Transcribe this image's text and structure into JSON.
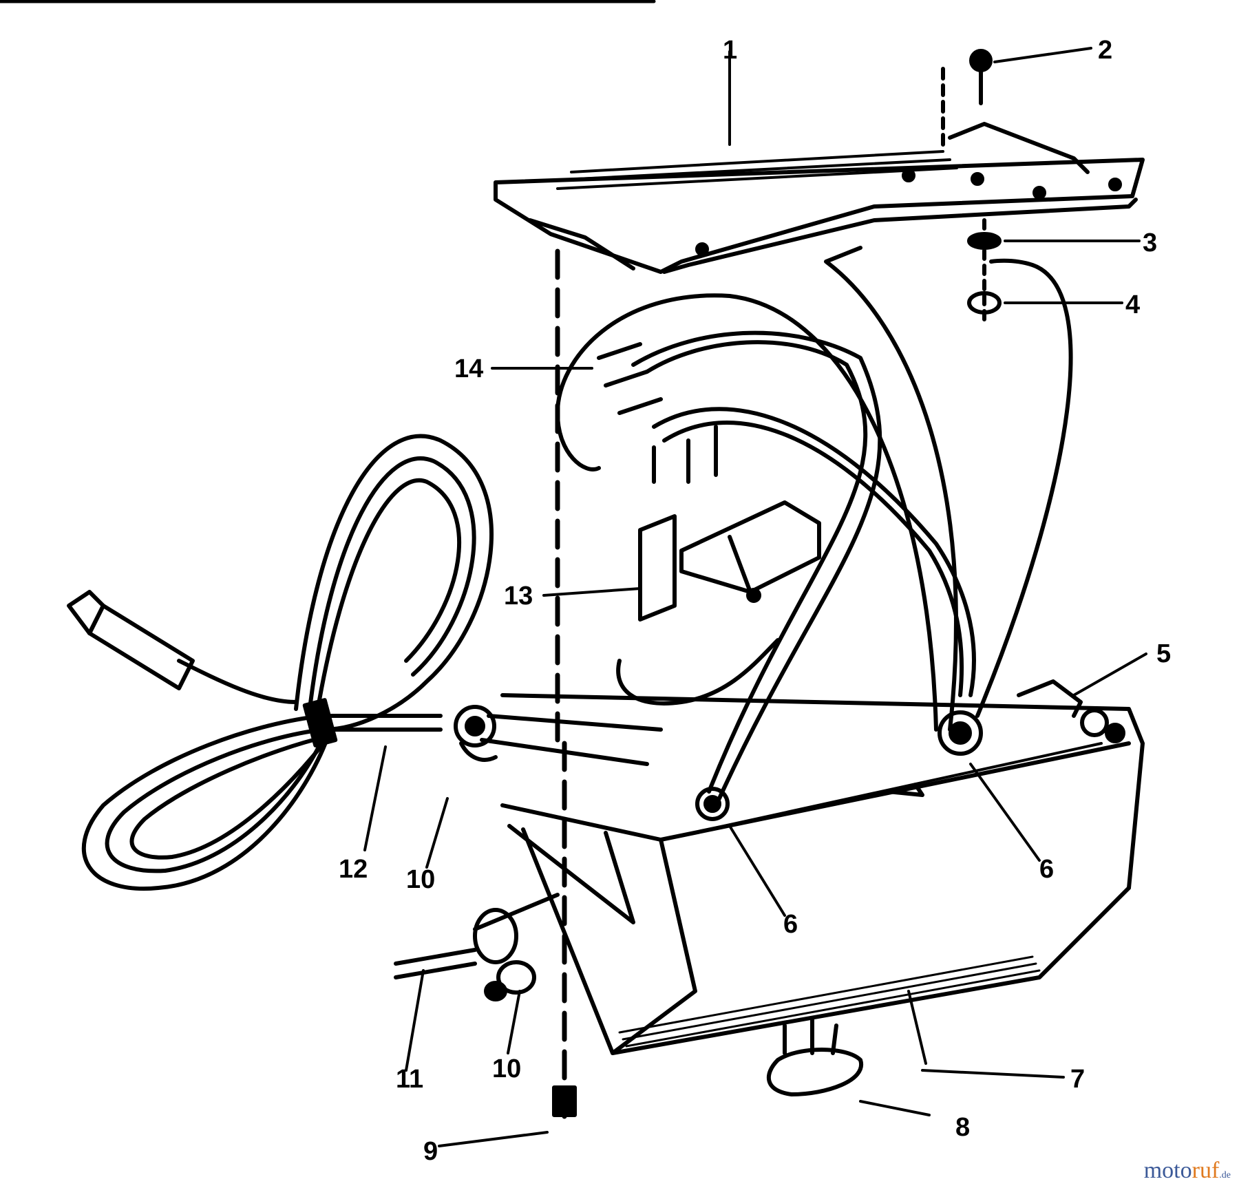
{
  "callouts": {
    "c1": "1",
    "c2": "2",
    "c3": "3",
    "c4": "4",
    "c5": "5",
    "c6a": "6",
    "c6b": "6",
    "c7": "7",
    "c8": "8",
    "c9": "9",
    "c10a": "10",
    "c10b": "10",
    "c11": "11",
    "c12": "12",
    "c13": "13",
    "c14": "14"
  },
  "watermark": {
    "part1": "moto",
    "part2": "ruf",
    "part3": ".de"
  },
  "colors": {
    "line": "#000000",
    "brand_blue": "#3b5998",
    "brand_orange": "#e07a1f"
  }
}
